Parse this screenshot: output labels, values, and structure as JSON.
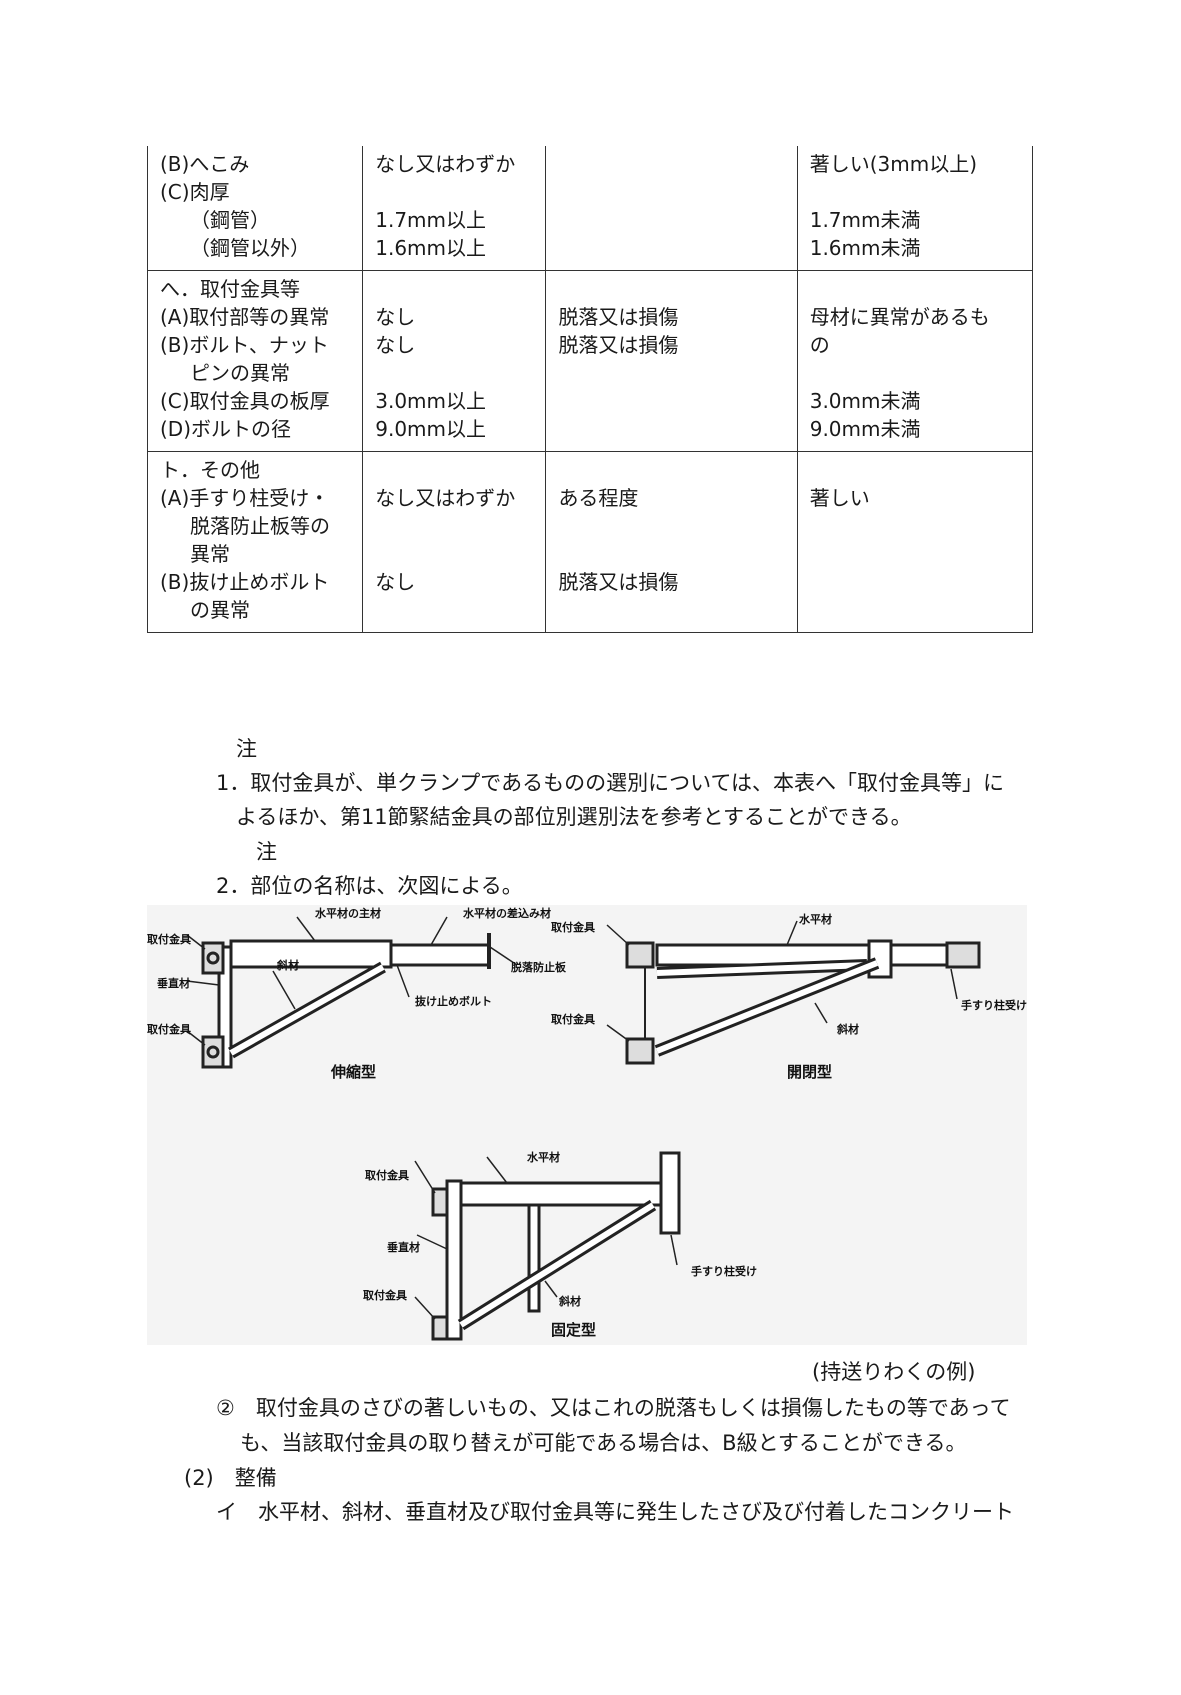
{
  "table": {
    "rows": [
      {
        "item": [
          "(B)へこみ",
          "(C)肉厚",
          "（鋼管）",
          "（鋼管以外）"
        ],
        "a": [
          "なし又はわずか",
          "",
          "1.7mm以上",
          "1.6mm以上"
        ],
        "b": [
          "",
          "",
          "",
          ""
        ],
        "c": [
          "著しい(3mm以上)",
          "",
          "1.7mm未満",
          "1.6mm未満"
        ]
      },
      {
        "item": [
          "へ．取付金具等",
          "(A)取付部等の異常",
          "(B)ボルト、ナット",
          "ピンの異常",
          "(C)取付金具の板厚",
          "(D)ボルトの径"
        ],
        "a": [
          "",
          "なし",
          "なし",
          "",
          "3.0mm以上",
          "9.0mm以上"
        ],
        "b": [
          "",
          "脱落又は損傷",
          "脱落又は損傷",
          "",
          "",
          ""
        ],
        "c": [
          "",
          "母材に異常があるも",
          "の",
          "",
          "3.0mm未満",
          "9.0mm未満"
        ]
      },
      {
        "item": [
          "ト．その他",
          "(A)手すり柱受け・",
          "脱落防止板等の",
          "異常",
          "(B)抜け止めボルト",
          "の異常"
        ],
        "a": [
          "",
          "なし又はわずか",
          "",
          "",
          "なし",
          ""
        ],
        "b": [
          "",
          "ある程度",
          "",
          "",
          "脱落又は損傷",
          ""
        ],
        "c": [
          "",
          "著しい",
          "",
          "",
          "",
          ""
        ]
      }
    ]
  },
  "notes": {
    "note_label": "注",
    "note1_l1": "1．取付金具が、単クランプであるものの選別については、本表へ「取付金具等」に",
    "note1_l2": "よるほか、第11節緊結金具の部位別選別法を参考とすることができる。",
    "note_label2": "注",
    "note2": "2．部位の名称は、次図による。"
  },
  "figure": {
    "telescopic": {
      "title": "伸縮型",
      "labels": {
        "main_horizontal": "水平材の主材",
        "insert_horizontal": "水平材の差込み材",
        "top_fitting": "取付金具",
        "vertical": "垂直材",
        "bottom_fitting": "取付金具",
        "diagonal": "斜材",
        "anti_fall_plate": "脱落防止板",
        "stop_bolt": "抜け止めボルト"
      }
    },
    "folding": {
      "title": "開閉型",
      "labels": {
        "top_fitting": "取付金具",
        "horizontal": "水平材",
        "handrail_receiver": "手すり柱受け",
        "bottom_fitting": "取付金具",
        "diagonal": "斜材"
      }
    },
    "fixed": {
      "title": "固定型",
      "labels": {
        "top_fitting": "取付金具",
        "horizontal": "水平材",
        "vertical": "垂直材",
        "bottom_fitting": "取付金具",
        "handrail_receiver": "手すり柱受け",
        "diagonal": "斜材"
      }
    },
    "caption": "(持送りわくの例)"
  },
  "body": {
    "item2_l1": "②　取付金具のさびの著しいもの、又はこれの脱落もしくは損傷したもの等であって",
    "item2_l2": "も、当該取付金具の取り替えが可能である場合は、B級とすることができる。",
    "section": "(2)　整備",
    "item_i": "イ　水平材、斜材、垂直材及び取付金具等に発生したさび及び付着したコンクリート"
  }
}
